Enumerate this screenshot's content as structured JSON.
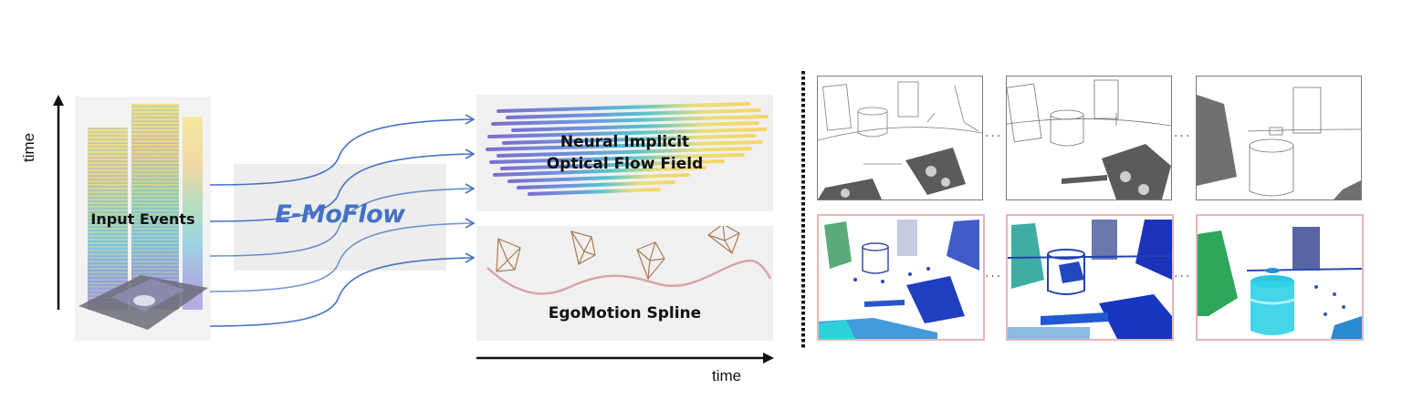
{
  "diagram": {
    "left_axis": {
      "label": "time",
      "direction": "up"
    },
    "input_events": {
      "label": "Input Events"
    },
    "method": {
      "label": "E-MoFlow",
      "color": "#4472c4"
    },
    "outputs": {
      "flow_field": {
        "line1": "Neural Implicit",
        "line2": "Optical Flow Field"
      },
      "ego_motion": {
        "label": "EgoMotion Spline"
      }
    },
    "bottom_axis": {
      "label": "time",
      "direction": "right"
    },
    "arrows": {
      "count": 5,
      "color": "#4472c4"
    },
    "results": {
      "top_row": {
        "description": "edge/event frames (grayscale)",
        "border_color": "#7a7a7a",
        "frames": [
          "frame-1",
          "frame-2",
          "frame-3"
        ],
        "separator": "..."
      },
      "bottom_row": {
        "description": "colored flow / warped event frames",
        "border_color": "#e6b5b8",
        "frames": [
          "frame-1",
          "frame-2",
          "frame-3"
        ],
        "separator": "..."
      }
    },
    "colors": {
      "viridis_start": "#6a5acd",
      "viridis_mid": "#35b8c9",
      "viridis_end": "#f2d45c",
      "spline": "#d9a3a6",
      "camera": "#a97b52",
      "panel_bg": "#f0f0f0"
    }
  }
}
